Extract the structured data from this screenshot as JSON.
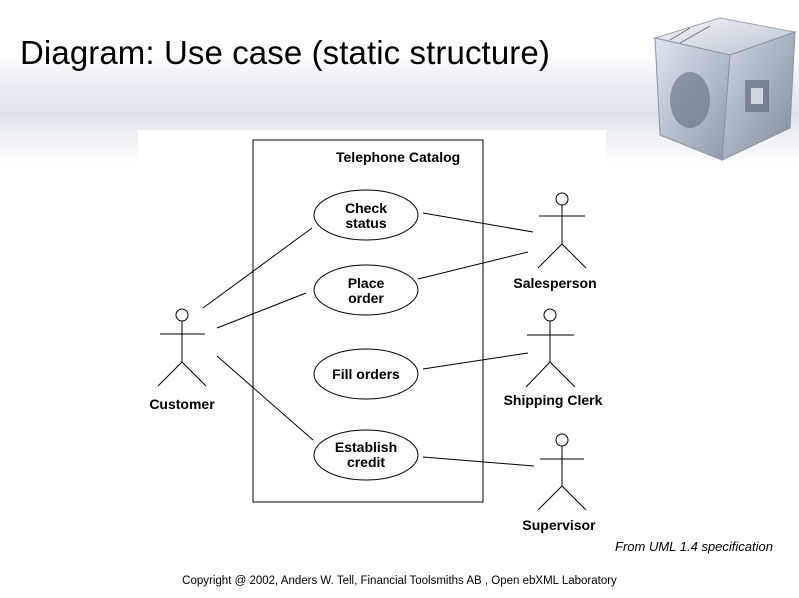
{
  "slide": {
    "title": "Diagram: Use case (static structure)",
    "caption": "From UML 1.4 specification",
    "footer": "Copyright @ 2002, Anders W. Tell, Financial Toolsmiths AB , Open ebXML Laboratory"
  },
  "diagram": {
    "system_name": "Telephone Catalog",
    "use_cases": [
      {
        "lines": [
          "Check",
          "status"
        ]
      },
      {
        "lines": [
          "Place",
          "order"
        ]
      },
      {
        "lines": [
          "Fill orders"
        ]
      },
      {
        "lines": [
          "Establish",
          "credit"
        ]
      }
    ],
    "actors": {
      "customer": "Customer",
      "salesperson": "Salesperson",
      "shipping_clerk": "Shipping Clerk",
      "supervisor": "Supervisor"
    }
  },
  "colors": {
    "lines": "#000000",
    "background": "#ffffff"
  }
}
